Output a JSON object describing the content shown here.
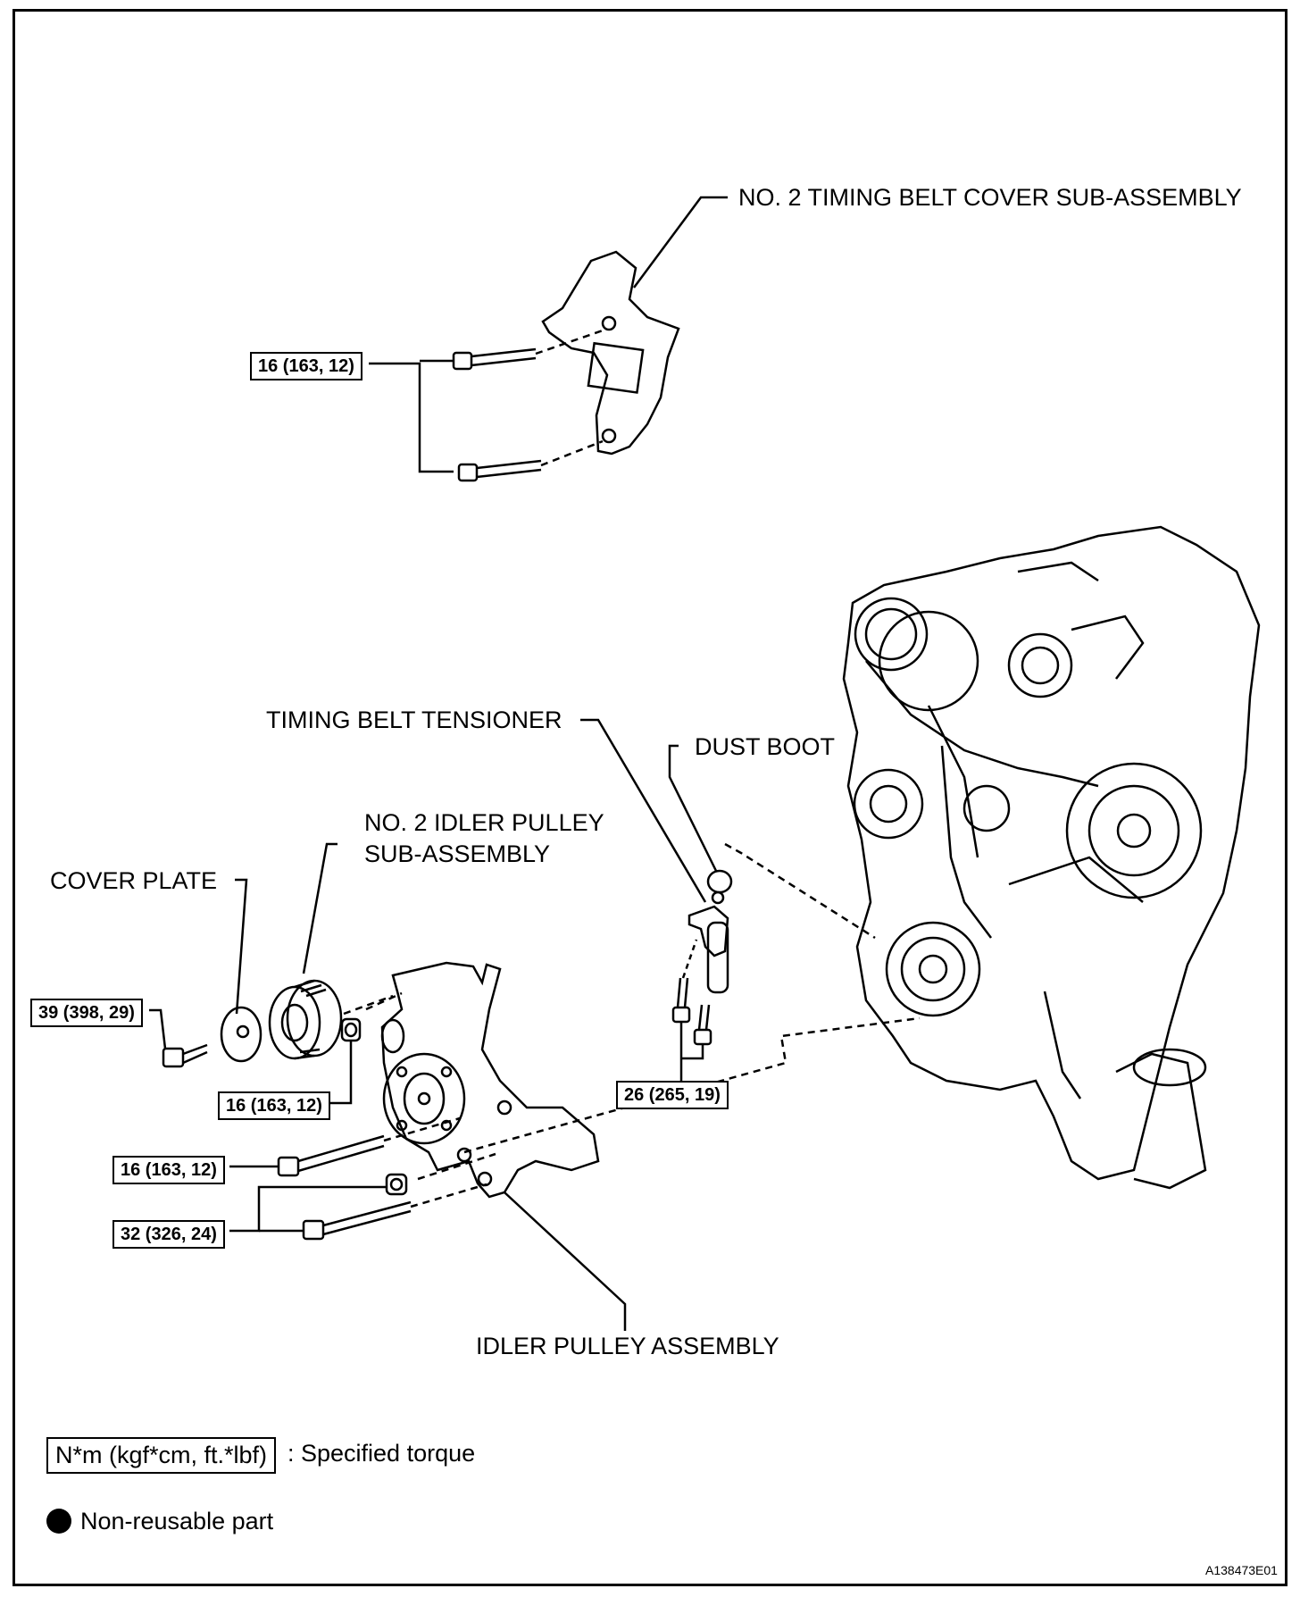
{
  "labels": {
    "timing_belt_cover": "NO. 2 TIMING BELT COVER SUB-ASSEMBLY",
    "timing_belt_tensioner": "TIMING BELT TENSIONER",
    "dust_boot": "DUST BOOT",
    "idler_pulley_no2_line1": "NO. 2 IDLER PULLEY",
    "idler_pulley_no2_line2": "SUB-ASSEMBLY",
    "cover_plate": "COVER PLATE",
    "idler_pulley_assembly": "IDLER PULLEY ASSEMBLY"
  },
  "torques": {
    "cover_bolts": "16 (163, 12)",
    "cover_plate_bolt": "39 (398, 29)",
    "idler_nut": "16 (163, 12)",
    "idler_bolt": "16 (163, 12)",
    "bracket_bolts": "32 (326, 24)",
    "tensioner_bolts": "26 (265, 19)"
  },
  "legend": {
    "torque_unit": "N*m (kgf*cm, ft.*lbf)",
    "torque_desc": ": Specified torque",
    "non_reusable": "Non-reusable part"
  },
  "figure_code": "A138473E01"
}
